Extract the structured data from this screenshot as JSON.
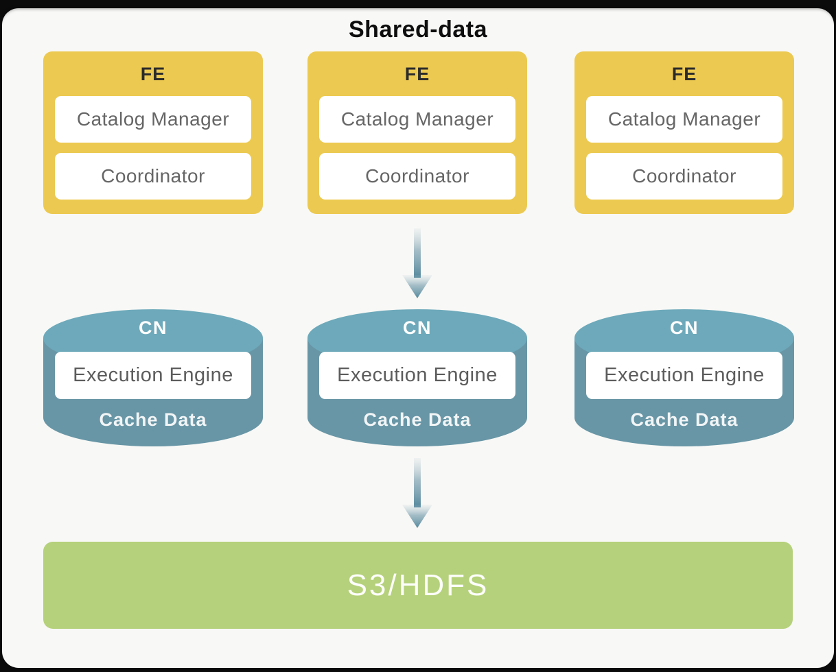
{
  "title": "Shared-data",
  "palette": {
    "fe_fill": "#ecc950",
    "cn_body_fill": "#6896a6",
    "cn_top_fill": "#6da9ba",
    "storage_fill": "#b5d17b",
    "arrow_color": "#54889c",
    "card_background": "#f8f8f6",
    "component_text": "#666666"
  },
  "fe_nodes": [
    {
      "label": "FE",
      "components": [
        "Catalog Manager",
        "Coordinator"
      ]
    },
    {
      "label": "FE",
      "components": [
        "Catalog Manager",
        "Coordinator"
      ]
    },
    {
      "label": "FE",
      "components": [
        "Catalog Manager",
        "Coordinator"
      ]
    }
  ],
  "cn_nodes": [
    {
      "label": "CN",
      "engine": "Execution Engine",
      "cache_label": "Cache Data"
    },
    {
      "label": "CN",
      "engine": "Execution Engine",
      "cache_label": "Cache Data"
    },
    {
      "label": "CN",
      "engine": "Execution Engine",
      "cache_label": "Cache Data"
    }
  ],
  "storage": {
    "label": "S3/HDFS"
  }
}
